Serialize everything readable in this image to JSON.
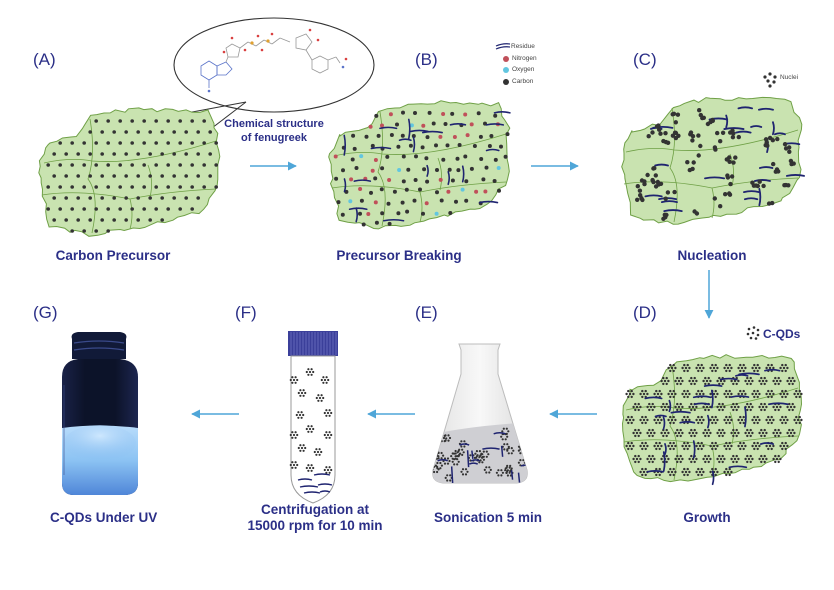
{
  "title": "Synthesis of carbon quantum dots (C-QDs) from fenugreek",
  "colors": {
    "text_navy": "#2b2f87",
    "sheet_fill": "#c9e3b0",
    "sheet_edge": "#6fa046",
    "carbon": "#333333",
    "nitrogen": "#c0505a",
    "oxygen": "#62c6e0",
    "residue": "#1f2470",
    "arrow": "#4fa6d8",
    "uv_glow": "#8fc8f5",
    "vial_dark": "#0e1630"
  },
  "panels": {
    "A": {
      "letter": "(A)",
      "caption": "Carbon Precursor"
    },
    "B": {
      "letter": "(B)",
      "caption": "Precursor Breaking"
    },
    "C": {
      "letter": "(C)",
      "caption": "Nucleation"
    },
    "D": {
      "letter": "(D)",
      "caption": "Growth"
    },
    "E": {
      "letter": "(E)",
      "caption": "Sonication 5 min"
    },
    "F": {
      "letter": "(F)",
      "caption_line1": "Centrifugation at",
      "caption_line2": "15000 rpm for 10 min"
    },
    "G": {
      "letter": "(G)",
      "caption": "C-QDs Under UV"
    }
  },
  "callout": {
    "line1": "Chemical structure",
    "line2": "of fenugreek"
  },
  "legend_b": [
    {
      "label": "Residue",
      "icon": "residue-icon"
    },
    {
      "label": "Nitrogen",
      "icon": "nitrogen-dot-icon"
    },
    {
      "label": "Oxygen",
      "icon": "oxygen-dot-icon"
    },
    {
      "label": "Carbon",
      "icon": "carbon-dot-icon"
    }
  ],
  "legend_c": {
    "label": "Nuclei",
    "icon": "nuclei-cluster-icon"
  },
  "legend_d": {
    "label": "C-QDs",
    "icon": "cqd-cluster-icon"
  },
  "flow": [
    "A",
    "B",
    "C",
    "D",
    "E",
    "F",
    "G"
  ]
}
